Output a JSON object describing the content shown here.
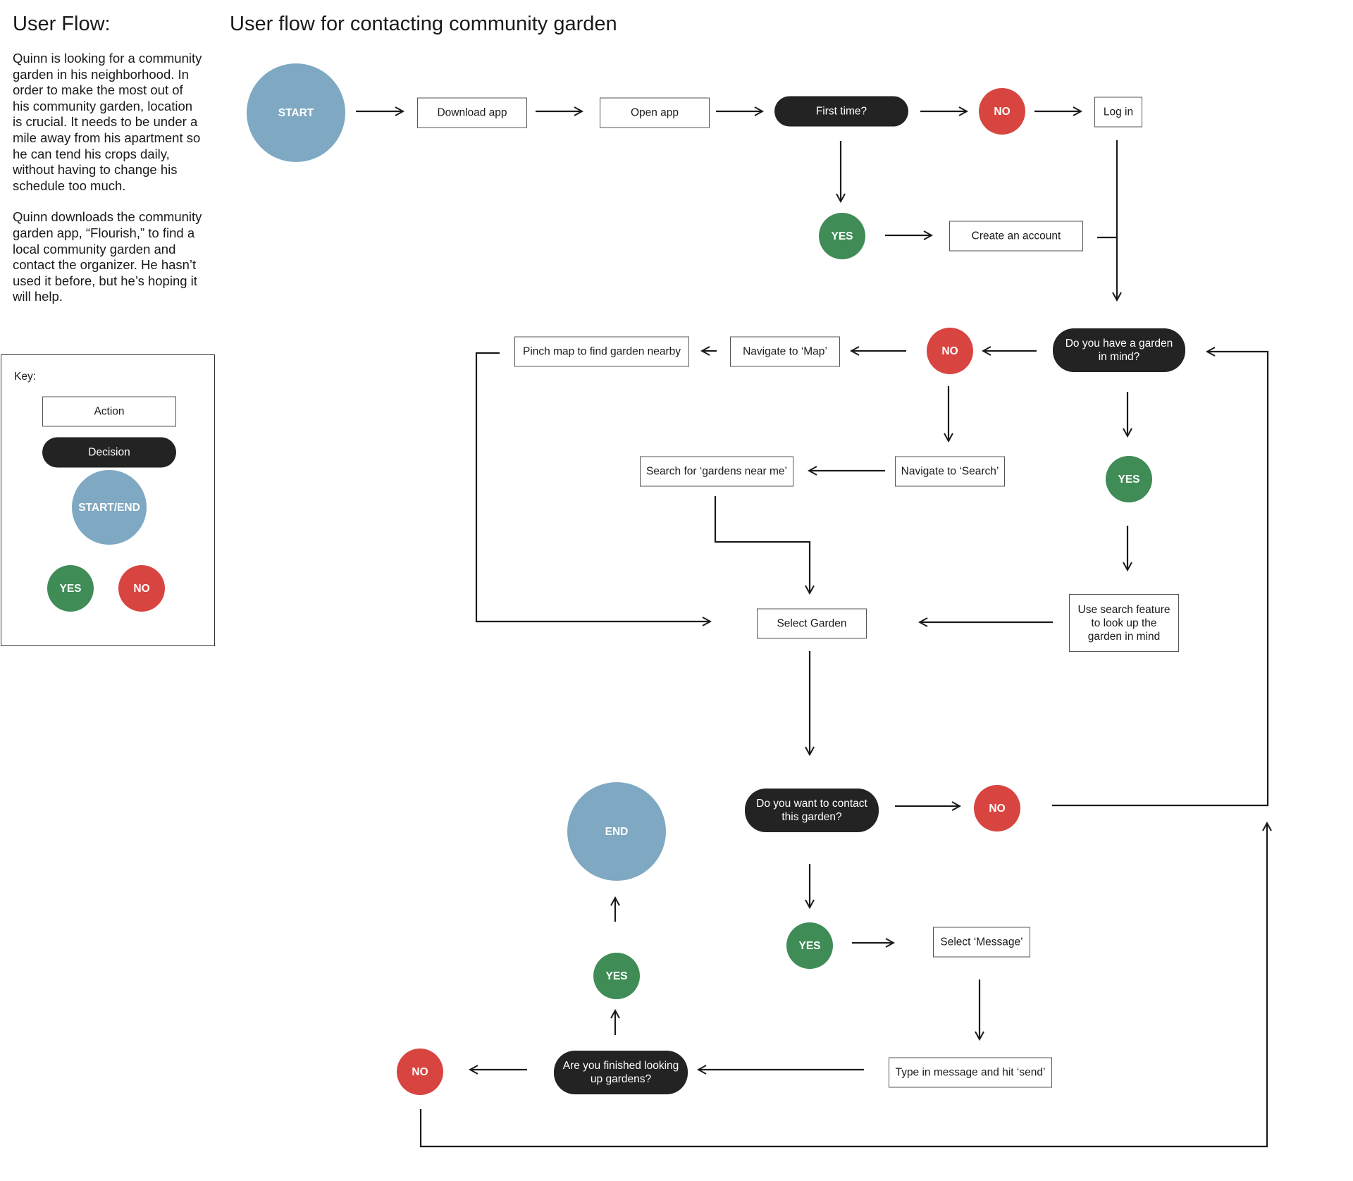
{
  "side": {
    "title": "User Flow:",
    "story": [
      "Quinn is looking for a community garden in his neighborhood. In order to make the most out of his community garden, location is crucial. It needs to be under a mile away from his apartment so he can tend his crops daily, without having to change his schedule too much.",
      "Quinn downloads the community garden app, “Flourish,” to find a local community garden and contact the organizer. He hasn’t used it before, but he’s hoping it will help."
    ],
    "key": {
      "label": "Key:",
      "action": "Action",
      "decision": "Decision",
      "start_end": "START/END",
      "yes": "YES",
      "no": "NO"
    }
  },
  "flow": {
    "title": "User flow for contacting community garden",
    "start": "START",
    "download_app": "Download app",
    "open_app": "Open app",
    "first_time": "First time?",
    "no1": "NO",
    "log_in": "Log in",
    "yes1": "YES",
    "create_account": "Create an account",
    "have_garden": "Do you have a garden in mind?",
    "no2": "NO",
    "navigate_map": "Navigate to ‘Map’",
    "pinch_map": "Pinch map to find garden nearby",
    "navigate_search": "Navigate to ‘Search’",
    "search_gardens": "Search for ‘gardens near me’",
    "yes2": "YES",
    "use_search": "Use search feature to look up the garden in mind",
    "select_garden": "Select Garden",
    "want_contact": "Do you want to contact this garden?",
    "no3": "NO",
    "yes3": "YES",
    "select_message": "Select ‘Message’",
    "type_message": "Type in message and hit ‘send’",
    "finished": "Are you finished looking up gardens?",
    "yes4": "YES",
    "no4": "NO",
    "end": "END"
  },
  "colors": {
    "start_end": "#7fa8c2",
    "yes": "#3f8c56",
    "no": "#d84540",
    "decision": "#232323",
    "line": "#1a1a1a"
  }
}
